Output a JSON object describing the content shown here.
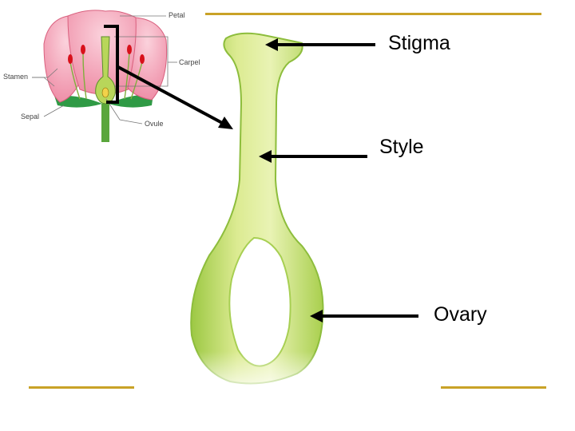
{
  "colors": {
    "rule": "#c9a227",
    "pistil_light": "#eef6c0",
    "pistil_dark": "#8fbf3a",
    "petal": "#f4a3b8",
    "petal_edge": "#d9607e",
    "stem": "#5aa63c",
    "stamen_red": "#d8101a",
    "arrow": "#000000"
  },
  "labels": {
    "stigma": "Stigma",
    "style": "Style",
    "ovary": "Ovary"
  },
  "flower": {
    "petal": "Petal",
    "carpel": "Carpel",
    "stamen": "Stamen",
    "sepal": "Sepal",
    "ovule": "Ovule"
  }
}
